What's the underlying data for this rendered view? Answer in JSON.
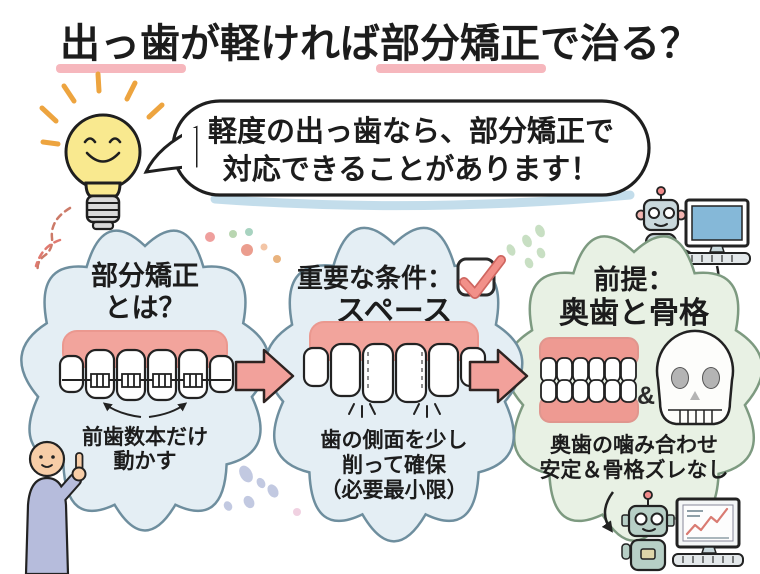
{
  "title": {
    "segments": [
      {
        "text": "出っ歯"
      },
      {
        "text": "が軽ければ"
      },
      {
        "text": "部分矯正"
      },
      {
        "text": "で治る？"
      }
    ]
  },
  "speech_bubble": {
    "line1": "軽度の出っ歯なら、部分矯正で",
    "line2": "対応できることがあります！"
  },
  "clouds": {
    "partial": {
      "heading1": "部分矯正",
      "heading2": "とは？",
      "caption1": "前歯数本だけ",
      "caption2": "動かす"
    },
    "space": {
      "heading1": "重要な条件：",
      "heading2": "スペース",
      "caption1": "歯の側面を少し",
      "caption2": "削って確保",
      "caption3": "（必要最小限）"
    },
    "premise": {
      "heading1": "前提：",
      "heading2": "奥歯と骨格",
      "joiner": "&",
      "caption1": "奥歯の噛み合わせ",
      "caption2": "安定＆骨格ズレなし"
    }
  },
  "colors": {
    "cloud_blue_fill": "#e4eef4",
    "cloud_blue_stroke": "#6e8e9e",
    "cloud_green_fill": "#e8f1e4",
    "cloud_green_stroke": "#7d9a80",
    "gum_pink": "#f2a49c",
    "denture_pink": "#ee9a92",
    "arrow_pink": "#f2a19b",
    "check_pink": "#f29089",
    "bulb_yellow": "#f9e98f",
    "underline_pink": "#f4aab2",
    "screen_blue": "#85b8d8",
    "chart_red": "#d97b72",
    "robot_blue": "#c9d8dc",
    "robot_green": "#b7cfc6",
    "person_shirt": "#b6bcdc",
    "skin": "#f7cda7"
  }
}
